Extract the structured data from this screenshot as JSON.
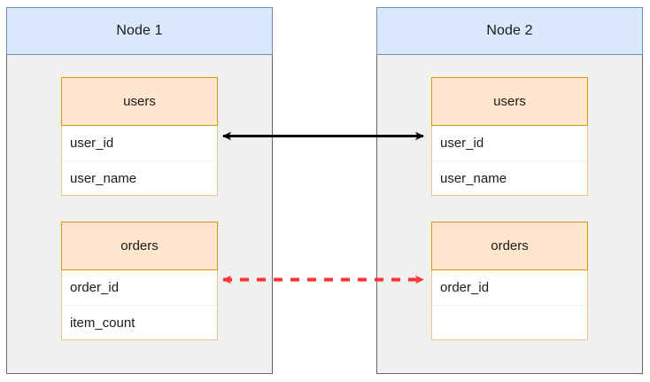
{
  "diagram": {
    "title": "Two-node database replication diagram",
    "background": "#ffffff",
    "colors": {
      "node_header_fill": "#dae8fc",
      "node_header_stroke": "#6c8ebf",
      "node_body_fill": "#f0f0f0",
      "node_body_stroke": "#666666",
      "table_header_fill": "#ffe6cc",
      "table_header_stroke": "#d79b00",
      "table_row_fill": "#ffffff",
      "table_row_stroke": "#edc58a",
      "solid_arrow": "#000000",
      "dashed_arrow": "#ff3333"
    }
  },
  "nodes": [
    {
      "id": "node-1",
      "label": "Node 1",
      "tables": [
        {
          "id": "users",
          "name": "users",
          "columns": [
            "user_id",
            "user_name"
          ]
        },
        {
          "id": "orders",
          "name": "orders",
          "columns": [
            "order_id",
            "item_count"
          ]
        }
      ]
    },
    {
      "id": "node-2",
      "label": "Node 2",
      "tables": [
        {
          "id": "users",
          "name": "users",
          "columns": [
            "user_id",
            "user_name"
          ]
        },
        {
          "id": "orders",
          "name": "orders",
          "columns": [
            "order_id",
            ""
          ]
        }
      ]
    }
  ],
  "connectors": [
    {
      "id": "users-link",
      "style": "solid",
      "color": "#000000",
      "arrowheads": "both",
      "from": "node-1.users",
      "to": "node-2.users",
      "label": ""
    },
    {
      "id": "orders-link",
      "style": "dashed",
      "color": "#ff3333",
      "arrowheads": "both",
      "from": "node-1.orders",
      "to": "node-2.orders",
      "label": ""
    }
  ]
}
